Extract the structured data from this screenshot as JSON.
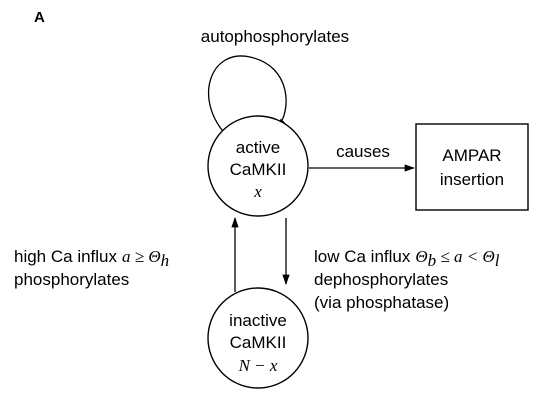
{
  "panel_label": "A",
  "self_loop": {
    "label": "autophosphorylates"
  },
  "nodes": {
    "active": {
      "line1": "active",
      "line2": "CaMKII",
      "variable": "x"
    },
    "inactive": {
      "line1": "inactive",
      "line2": "CaMKII",
      "variable": "N − x"
    },
    "ampar": {
      "line1": "AMPAR",
      "line2": "insertion"
    }
  },
  "edges": {
    "causes": {
      "label": "causes"
    },
    "phosphorylation": {
      "line1_text": "high Ca influx",
      "line1_math": "a ≥ Θ",
      "line1_sub": "h",
      "line2_text": "phosphorylates"
    },
    "dephosphorylation": {
      "line1_text": "low Ca influx",
      "line1_math_a": "Θ",
      "line1_sub_a": "b",
      "line1_math_b": " ≤ a < Θ",
      "line1_sub_b": "l",
      "line2_text": "dephosphorylates",
      "line3_text": "(via phosphatase)"
    }
  },
  "colors": {
    "stroke": "#000000",
    "background": "#ffffff"
  }
}
